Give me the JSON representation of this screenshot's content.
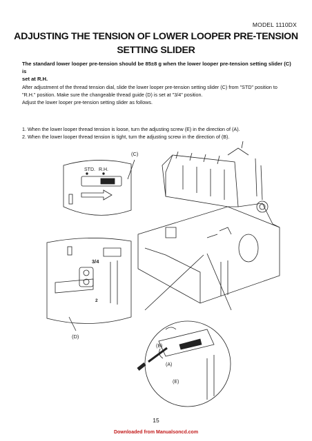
{
  "header": {
    "model": "MODEL 1110DX"
  },
  "title": {
    "line1": "ADJUSTING THE TENSION OF LOWER LOOPER PRE-TENSION",
    "line2": "SETTING SLIDER"
  },
  "intro": {
    "line1": "The standard lower looper pre-tension should be 85±8 g when the lower looper pre-tension setting slider (C) is",
    "line2": "set at R.H."
  },
  "paragraph": {
    "line1": "After adjustment of the thread tension dial, slide the lower looper pre-tension setting slider (C) from \"STD\" position to",
    "line2": "\"R.H.\" position. Make sure the changeable thread guide (D) is set at \"3/4\" position.",
    "line3": "Adjust the lower looper pre-tension setting slider as follows."
  },
  "steps": [
    "1.  When the lower looper thread tension is loose, turn the adjusting screw (E) in the direction of (A).",
    "2.  When the lower looper thread tension is tight, turn the adjusting screw in the direction of (B)."
  ],
  "illustration": {
    "label_c": "(C)",
    "label_std": "STD.",
    "label_rh": "R.H.",
    "label_34": "3/4",
    "label_2": "2",
    "label_d": "(D)",
    "label_b": "(B)",
    "label_a": "(A)",
    "label_e": "(E)"
  },
  "footer": {
    "page_number": "15",
    "download_note": "Downloaded from Manualsoncd.com"
  }
}
